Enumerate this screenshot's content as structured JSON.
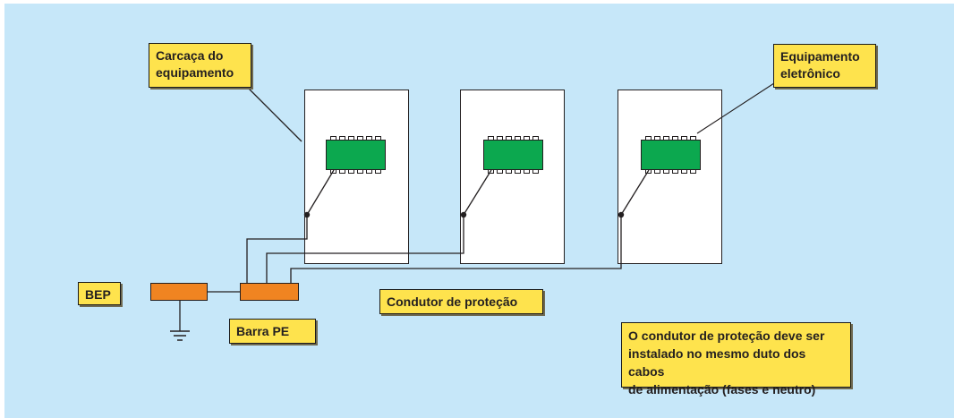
{
  "labels": {
    "carcaca": "Carcaça do\nequipamento",
    "equipamento": "Equipamento\neletrônico",
    "bep": "BEP",
    "barra_pe": "Barra PE",
    "condutor": "Condutor de proteção",
    "nota": "O condutor de proteção deve ser\ninstalado no mesmo duto dos cabos\nde alimentação (fases e neutro)"
  },
  "colors": {
    "background": "#c6e7f9",
    "label_fill": "#fee34d",
    "chip_fill": "#0ca84f",
    "bar_fill": "#f08421",
    "wire": "#231f20"
  },
  "icons": {
    "ground": "ground-symbol-icon",
    "chip": "integrated-circuit-icon"
  }
}
